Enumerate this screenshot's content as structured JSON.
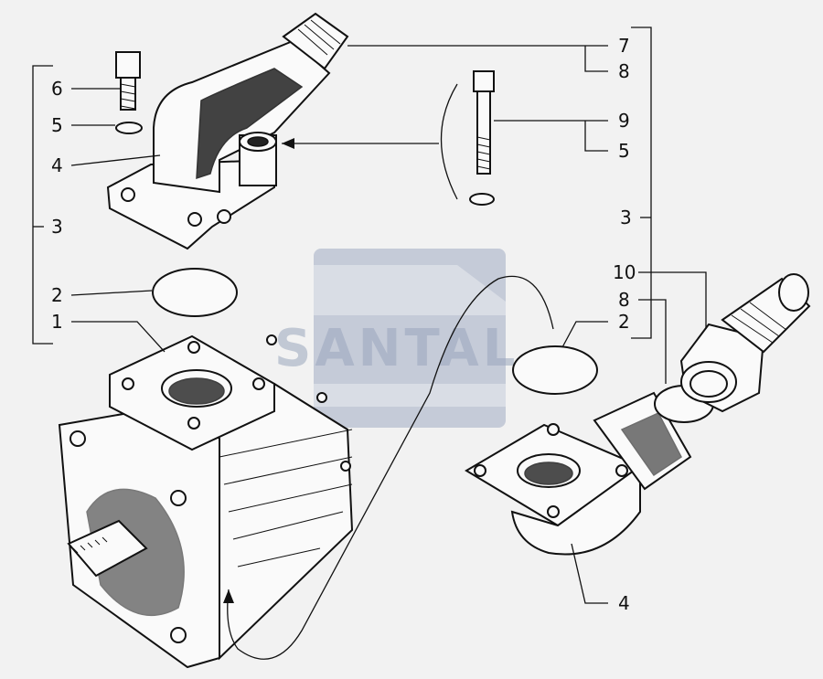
{
  "watermark": {
    "text": "SANTAL",
    "color": "#8f9bb8"
  },
  "callouts": [
    {
      "id": "c1",
      "text": "1"
    },
    {
      "id": "c2a",
      "text": "2"
    },
    {
      "id": "c2b",
      "text": "2"
    },
    {
      "id": "c3a",
      "text": "3"
    },
    {
      "id": "c3b",
      "text": "3"
    },
    {
      "id": "c4a",
      "text": "4"
    },
    {
      "id": "c4b",
      "text": "4"
    },
    {
      "id": "c5a",
      "text": "5"
    },
    {
      "id": "c5b",
      "text": "5"
    },
    {
      "id": "c6",
      "text": "6"
    },
    {
      "id": "c7",
      "text": "7"
    },
    {
      "id": "c8a",
      "text": "8"
    },
    {
      "id": "c8b",
      "text": "8"
    },
    {
      "id": "c9",
      "text": "9"
    },
    {
      "id": "c10",
      "text": "10"
    }
  ]
}
